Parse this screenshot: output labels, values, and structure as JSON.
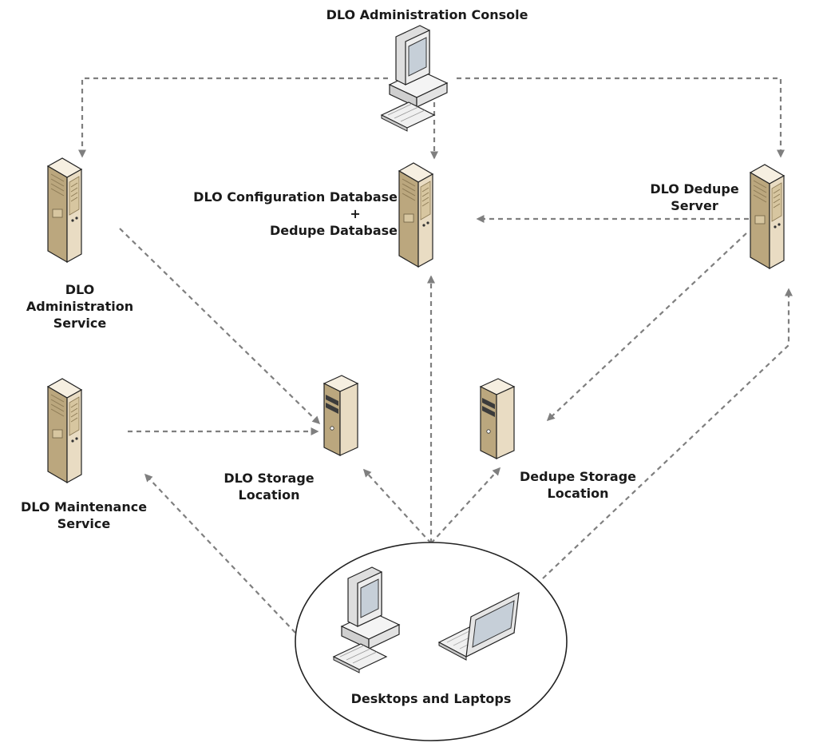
{
  "nodes": {
    "console": {
      "label": "DLO Administration Console",
      "icon": "desktop-computer-icon"
    },
    "config_db": {
      "label_lines": [
        "DLO Configuration Database",
        "+",
        "Dedupe Database"
      ],
      "icon": "tower-server-icon"
    },
    "dedupe_server": {
      "label_lines": [
        "DLO Dedupe",
        "Server"
      ],
      "icon": "tower-server-icon"
    },
    "admin_service": {
      "label_lines": [
        "DLO",
        "Administration",
        "Service"
      ],
      "icon": "tower-server-icon"
    },
    "maintenance_service": {
      "label_lines": [
        "DLO Maintenance",
        "Service"
      ],
      "icon": "tower-server-icon"
    },
    "dlo_storage": {
      "label_lines": [
        "DLO Storage",
        "Location"
      ],
      "icon": "storage-server-icon"
    },
    "dedupe_storage": {
      "label_lines": [
        "Dedupe Storage",
        "Location"
      ],
      "icon": "storage-server-icon"
    },
    "clients": {
      "label": "Desktops and Laptops",
      "icons": [
        "desktop-computer-icon",
        "laptop-icon"
      ]
    }
  },
  "colors": {
    "connector": "#7f7f7f",
    "server_front": "#e9dcc3",
    "server_side": "#bba77e",
    "server_top": "#f6efe1",
    "outline": "#222222"
  }
}
